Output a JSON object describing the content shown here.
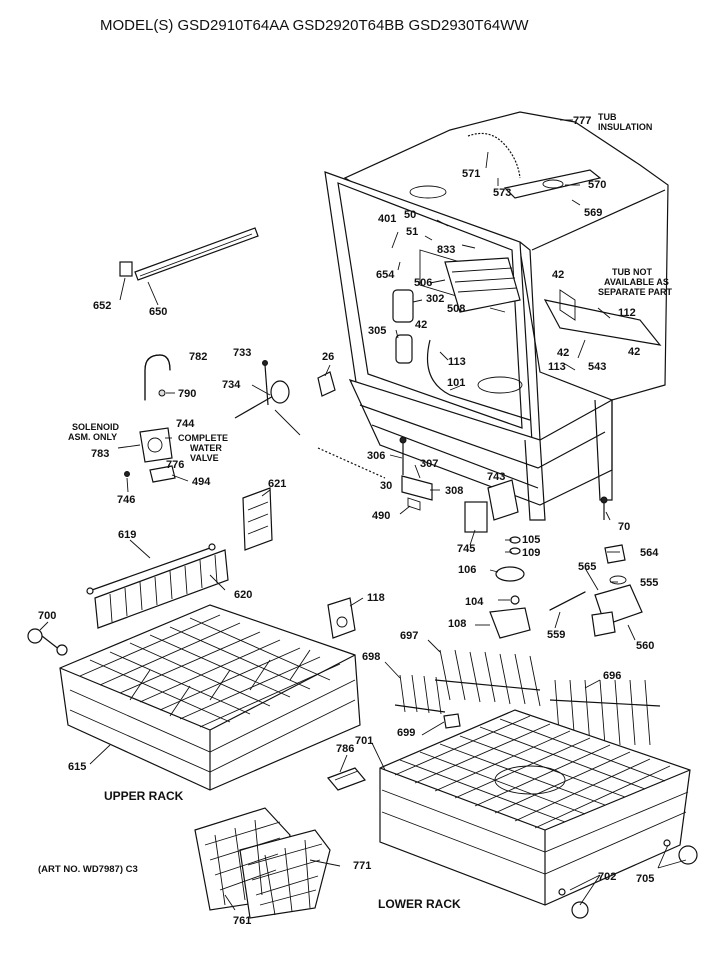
{
  "title": "MODEL(S) GSD2910T64AA  GSD2920T64BB  GSD2930T64WW",
  "captions": {
    "upper_rack": "UPPER RACK",
    "lower_rack": "LOWER RACK",
    "art_no": "(ART NO. WD7987) C3"
  },
  "notes": {
    "tub_insulation_1": "TUB",
    "tub_insulation_2": "INSULATION",
    "tub_not_1": "TUB NOT",
    "tub_not_2": "AVAILABLE AS",
    "tub_not_3": "SEPARATE PART",
    "solenoid_1": "SOLENOID",
    "solenoid_2": "ASM. ONLY",
    "complete_1": "COMPLETE",
    "complete_2": "WATER",
    "complete_3": "VALVE"
  },
  "parts": {
    "p777": "777",
    "p571": "571",
    "p573": "573",
    "p570": "570",
    "p569": "569",
    "p50": "50",
    "p51": "51",
    "p401": "401",
    "p833": "833",
    "p654": "654",
    "p506": "506",
    "p302": "302",
    "p508": "508",
    "p42a": "42",
    "p42b": "42",
    "p42c": "42",
    "p42d": "42",
    "p305": "305",
    "p112": "112",
    "p113a": "113",
    "p113b": "113",
    "p543": "543",
    "p101": "101",
    "p652": "652",
    "p650": "650",
    "p782": "782",
    "p790": "790",
    "p733": "733",
    "p734": "734",
    "p26": "26",
    "p744": "744",
    "p783": "783",
    "p776": "776",
    "p494": "494",
    "p746": "746",
    "p306": "306",
    "p307": "307",
    "p30": "30",
    "p308": "308",
    "p743": "743",
    "p490": "490",
    "p621": "621",
    "p70": "70",
    "p619": "619",
    "p745": "745",
    "p105": "105",
    "p109": "109",
    "p564": "564",
    "p620": "620",
    "p106": "106",
    "p565": "565",
    "p555": "555",
    "p118": "118",
    "p104": "104",
    "p700": "700",
    "p108": "108",
    "p559": "559",
    "p560": "560",
    "p697": "697",
    "p698": "698",
    "p696": "696",
    "p699": "699",
    "p701": "701",
    "p786": "786",
    "p615": "615",
    "p771": "771",
    "p702": "702",
    "p705": "705",
    "p761": "761"
  }
}
